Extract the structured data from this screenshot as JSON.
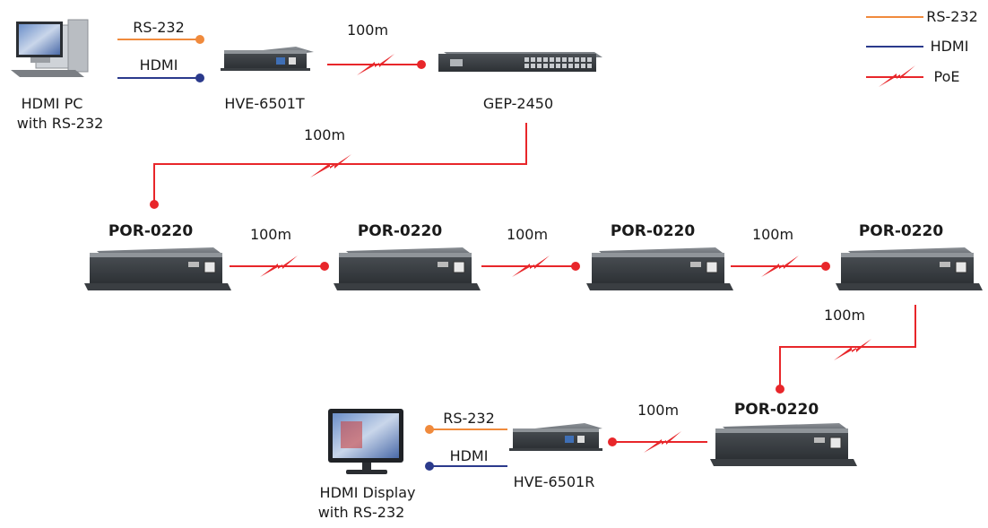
{
  "legend": {
    "rs232": "RS-232",
    "hdmi": "HDMI",
    "poe": "PoE",
    "colors": {
      "rs232": "#f08a3c",
      "hdmi": "#2b3a8c",
      "poe": "#e8262a"
    }
  },
  "top_row": {
    "pc_label_line1": "HDMI PC",
    "pc_label_line2": "with RS-232",
    "rs232_label": "RS-232",
    "hdmi_label": "HDMI",
    "transmitter_name": "HVE-6501T",
    "link_distance": "100m",
    "switch_name": "GEP-2450"
  },
  "switch_to_chain_distance": "100m",
  "middle_row": {
    "repeaters": [
      "POR-0220",
      "POR-0220",
      "POR-0220",
      "POR-0220"
    ],
    "distances": [
      "100m",
      "100m",
      "100m"
    ]
  },
  "down_link_distance": "100m",
  "bottom_row": {
    "repeater_name": "POR-0220",
    "link_distance": "100m",
    "receiver_name": "HVE-6501R",
    "rs232_label": "RS-232",
    "hdmi_label": "HDMI",
    "display_label_line1": "HDMI Display",
    "display_label_line2": "with RS-232"
  }
}
